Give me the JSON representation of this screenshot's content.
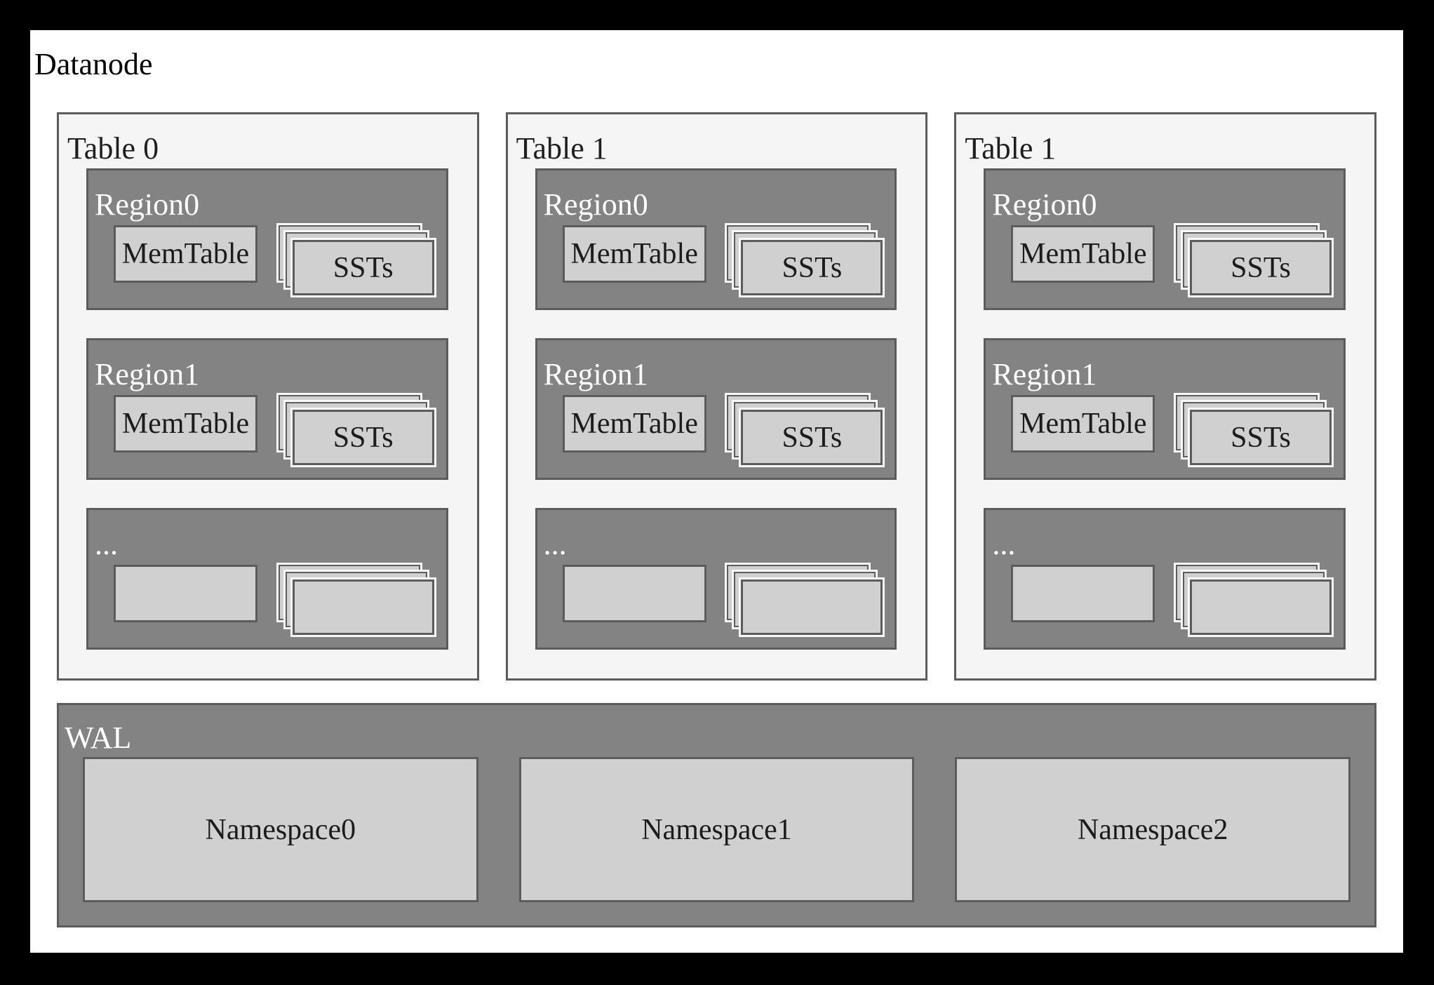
{
  "title": "Datanode",
  "colors": {
    "frame": "#000000",
    "canvas": "#ffffff",
    "table_fill": "#f5f5f5",
    "panel_fill": "#838383",
    "box_fill": "#d0d0d0",
    "border": "#5c5c5c",
    "stack_outline": "#f9f9f9",
    "dark_text": "#1c1c1c",
    "light_text": "#ffffff"
  },
  "tables": [
    {
      "label": "Table 0",
      "regions": [
        {
          "label": "Region0",
          "memtable": "MemTable",
          "ssts": "SSTs"
        },
        {
          "label": "Region1",
          "memtable": "MemTable",
          "ssts": "SSTs"
        },
        {
          "label": "...",
          "memtable": "",
          "ssts": ""
        }
      ]
    },
    {
      "label": "Table 1",
      "regions": [
        {
          "label": "Region0",
          "memtable": "MemTable",
          "ssts": "SSTs"
        },
        {
          "label": "Region1",
          "memtable": "MemTable",
          "ssts": "SSTs"
        },
        {
          "label": "...",
          "memtable": "",
          "ssts": ""
        }
      ]
    },
    {
      "label": "Table 1",
      "regions": [
        {
          "label": "Region0",
          "memtable": "MemTable",
          "ssts": "SSTs"
        },
        {
          "label": "Region1",
          "memtable": "MemTable",
          "ssts": "SSTs"
        },
        {
          "label": "...",
          "memtable": "",
          "ssts": ""
        }
      ]
    }
  ],
  "wal": {
    "label": "WAL",
    "namespaces": [
      {
        "label": "Namespace0"
      },
      {
        "label": "Namespace1"
      },
      {
        "label": "Namespace2"
      }
    ]
  }
}
